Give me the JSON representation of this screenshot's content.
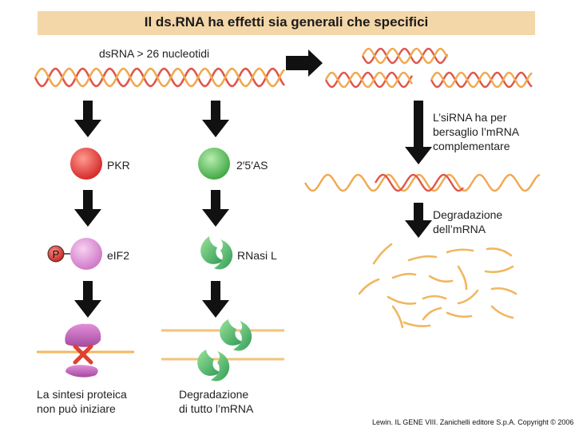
{
  "title": "Il ds.RNA ha effetti sia generali che specifici",
  "labels": {
    "dsrna": "dsRNA > 26 nucleotidi",
    "pkr": "PKR",
    "as": "2′5′AS",
    "eif2": "eIF2",
    "phosphate": "P",
    "rnasi": "RNasi L",
    "sirna_target": "L’siRNA ha per\nbersaglio l’mRNA\ncomplementare",
    "mrna_degradation": "Degradazione\ndell’mRNA",
    "no_translation": "La sintesi proteica\nnon può iniziare",
    "total_degradation": "Degradazione\ndi tutto l’mRNA"
  },
  "credit": "Lewin. IL GENE VIII. Zanichelli editore S.p.A. Copyright © 2006",
  "colors": {
    "title_bg": "#f4d7a8",
    "strand_red": "#e0564a",
    "strand_orange": "#f0a94f",
    "pkr": "#e23b3b",
    "as": "#5fc45f",
    "eif2": "#df8fd6",
    "rnasi": "#4caf68",
    "phosphate": "#d63a3a",
    "block_x": "#e0402c",
    "arrow": "#111111"
  }
}
